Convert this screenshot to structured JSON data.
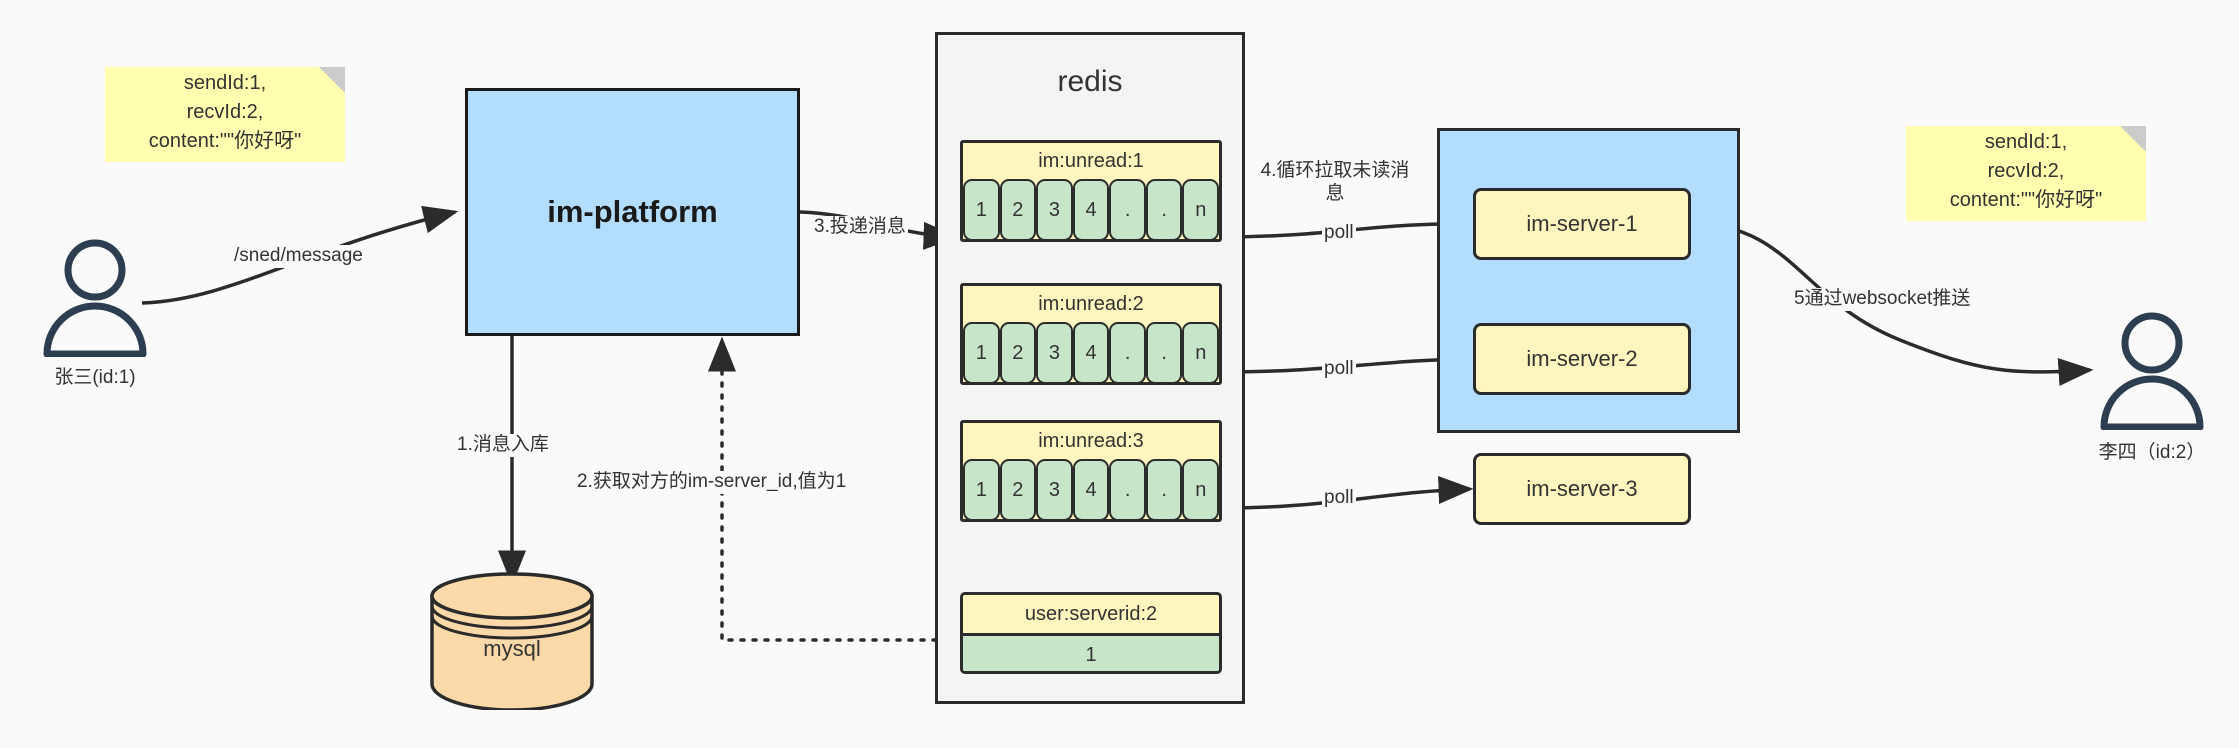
{
  "diagram": {
    "title": "IM message delivery architecture",
    "colors": {
      "note_bg": "#ffffaf",
      "note_fold": "#cccccc",
      "platform_bg": "#b3ddff",
      "cluster_bg": "#b3ddff",
      "redis_bg": "#f4f4f4",
      "key_bg": "#fff6bf",
      "cell_bg": "#c7e6c9",
      "mysql_bg": "#fcd9a8",
      "stroke": "#2b2b2b",
      "actor_stroke": "#2c3e50",
      "canvas_bg": "#fafafa"
    }
  },
  "notes": {
    "left": {
      "name": "message-payload-note-left",
      "lines": [
        "sendId:1,",
        "recvId:2,",
        "content:\"\"你好呀\""
      ]
    },
    "right": {
      "name": "message-payload-note-right",
      "lines": [
        "sendId:1,",
        "recvId:2,",
        "content:\"\"你好呀\""
      ]
    }
  },
  "actors": {
    "sender": {
      "label": "张三(id:1)"
    },
    "receiver": {
      "label": "李四（id:2）"
    }
  },
  "nodes": {
    "platform": {
      "label": "im-platform"
    },
    "mysql": {
      "label": "mysql"
    },
    "redis": {
      "label": "redis"
    },
    "cluster_servers": [
      {
        "label": "im-server-1"
      },
      {
        "label": "im-server-2"
      },
      {
        "label": "im-server-3"
      }
    ]
  },
  "redis_structures": {
    "lists": [
      {
        "key": "im:unread:1",
        "cells": [
          "1",
          "2",
          "3",
          "4",
          ".",
          ".",
          "n"
        ]
      },
      {
        "key": "im:unread:2",
        "cells": [
          "1",
          "2",
          "3",
          "4",
          ".",
          ".",
          "n"
        ]
      },
      {
        "key": "im:unread:3",
        "cells": [
          "1",
          "2",
          "3",
          "4",
          ".",
          ".",
          "n"
        ]
      }
    ],
    "kv": {
      "key": "user:serverid:2",
      "value": "1"
    }
  },
  "edge_labels": {
    "send_message": "/sned/message",
    "step1": "1.消息入库",
    "step2": "2.获取对方的im-server_id,值为1",
    "step3": "3.投递消息",
    "step4": "4.循环拉取未读消息",
    "poll1": "poll",
    "poll2": "poll",
    "poll3": "poll",
    "step5": "5通过websocket推送"
  }
}
